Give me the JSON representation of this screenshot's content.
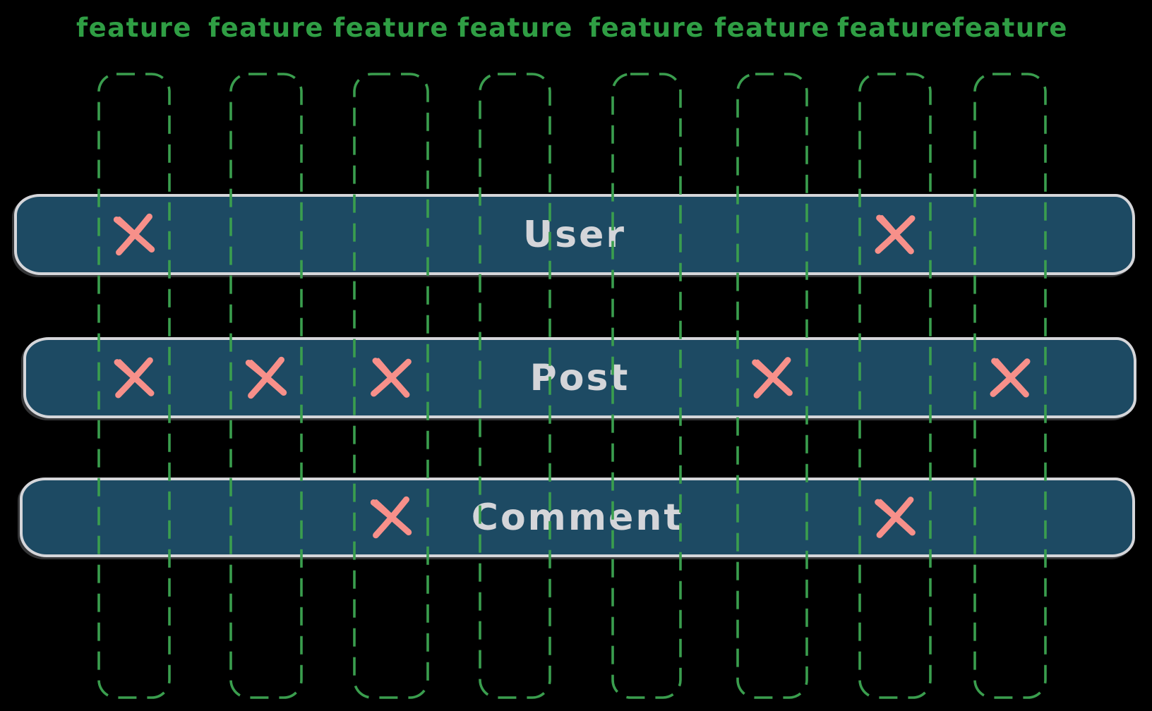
{
  "diagram": {
    "columns": [
      {
        "label": "feature"
      },
      {
        "label": "feature"
      },
      {
        "label": "feature"
      },
      {
        "label": "feature"
      },
      {
        "label": "feature"
      },
      {
        "label": "feature"
      },
      {
        "label": "feature"
      },
      {
        "label": "feature"
      }
    ],
    "rows": [
      {
        "label": "User",
        "crosses": [
          0,
          6
        ]
      },
      {
        "label": "Post",
        "crosses": [
          0,
          1,
          2,
          5,
          7
        ]
      },
      {
        "label": "Comment",
        "crosses": [
          2,
          6
        ]
      }
    ],
    "colors": {
      "background": "#000000",
      "feature_green": "#2f9e44",
      "dash_green": "#3a9e4e",
      "bar_fill": "#1d4a63",
      "bar_border": "#d5d6da",
      "bar_text": "#d4d5d9",
      "cross_pink": "#f7908a"
    }
  }
}
